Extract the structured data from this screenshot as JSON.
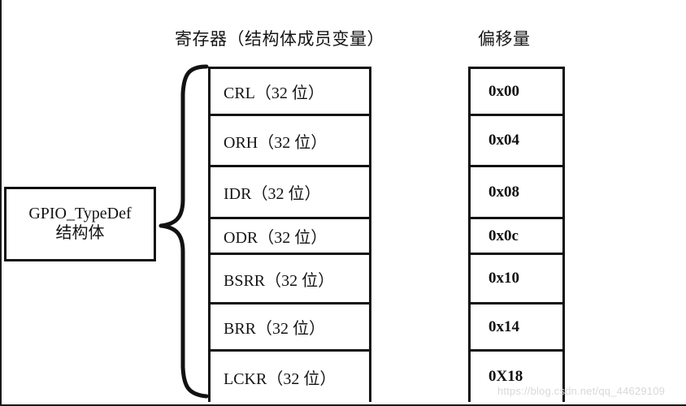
{
  "headings": {
    "registers": "寄存器（结构体成员变量）",
    "offsets": "偏移量"
  },
  "struct_box": {
    "name_line": "GPIO_TypeDef",
    "type_line": "结构体"
  },
  "registers": [
    {
      "label": "CRL（32 位）",
      "height": 58
    },
    {
      "label": "ORH（32 位）",
      "height": 63
    },
    {
      "label": "IDR（32 位）",
      "height": 64
    },
    {
      "label": "ODR（32 位）",
      "height": 44
    },
    {
      "label": "BSRR（32 位）",
      "height": 61
    },
    {
      "label": "BRR（32 位）",
      "height": 58
    },
    {
      "label": "LCKR（32 位）",
      "height": 62
    }
  ],
  "offsets": [
    {
      "label": "0x00",
      "height": 58
    },
    {
      "label": "0x04",
      "height": 63
    },
    {
      "label": "0x08",
      "height": 64
    },
    {
      "label": "0x0c",
      "height": 44
    },
    {
      "label": "0x10",
      "height": 61
    },
    {
      "label": "0x14",
      "height": 58
    },
    {
      "label": "0X18",
      "height": 62
    }
  ],
  "watermark": "https://blog.csdn.net/qq_44629109",
  "colors": {
    "stroke": "#121212",
    "background": "#ffffff",
    "watermark": "#d9d9d9"
  }
}
